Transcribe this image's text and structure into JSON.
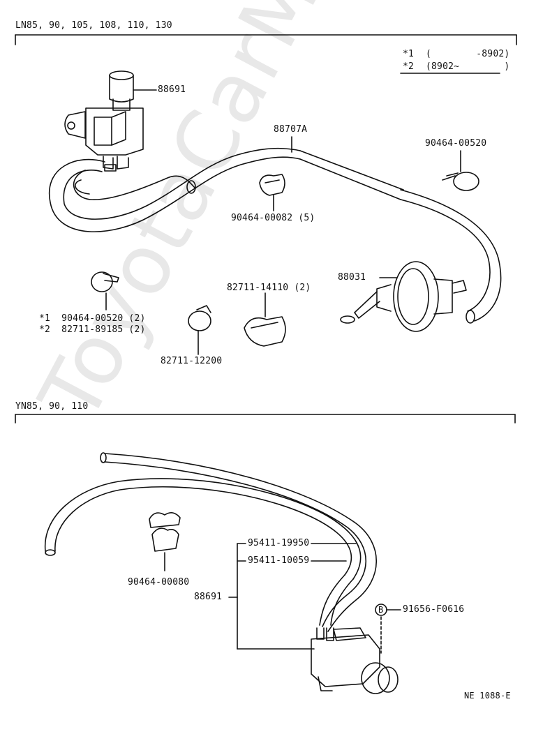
{
  "watermark": "ToyotaCarMine.ru",
  "top_section": {
    "title": "LN85, 90, 105, 108, 110, 130",
    "legend": {
      "row1_mark": "*1",
      "row1_text": "(        -8902)",
      "row2_mark": "*2",
      "row2_text": "(8902~        )"
    },
    "parts": {
      "valve_top": "88691",
      "hose_main": "88707A",
      "clamp_right": "90464-00520",
      "clip_middle": "90464-00082 (5)",
      "actuator": "88031",
      "clamp_left_1": "*1  90464-00520 (2)",
      "clamp_left_2": "*2  82711-89185 (2)",
      "clip_right": "82711-14110 (2)",
      "clamp_small": "82711-12200"
    }
  },
  "bottom_section": {
    "title": "YN85, 90, 110",
    "parts": {
      "hose_1": "95411-19950",
      "hose_2": "95411-10059",
      "clips": "90464-00080",
      "valve": "88691",
      "bolt_mark": "B",
      "bolt": "91656-F0616"
    },
    "figure_code": "NE 1088-E"
  }
}
